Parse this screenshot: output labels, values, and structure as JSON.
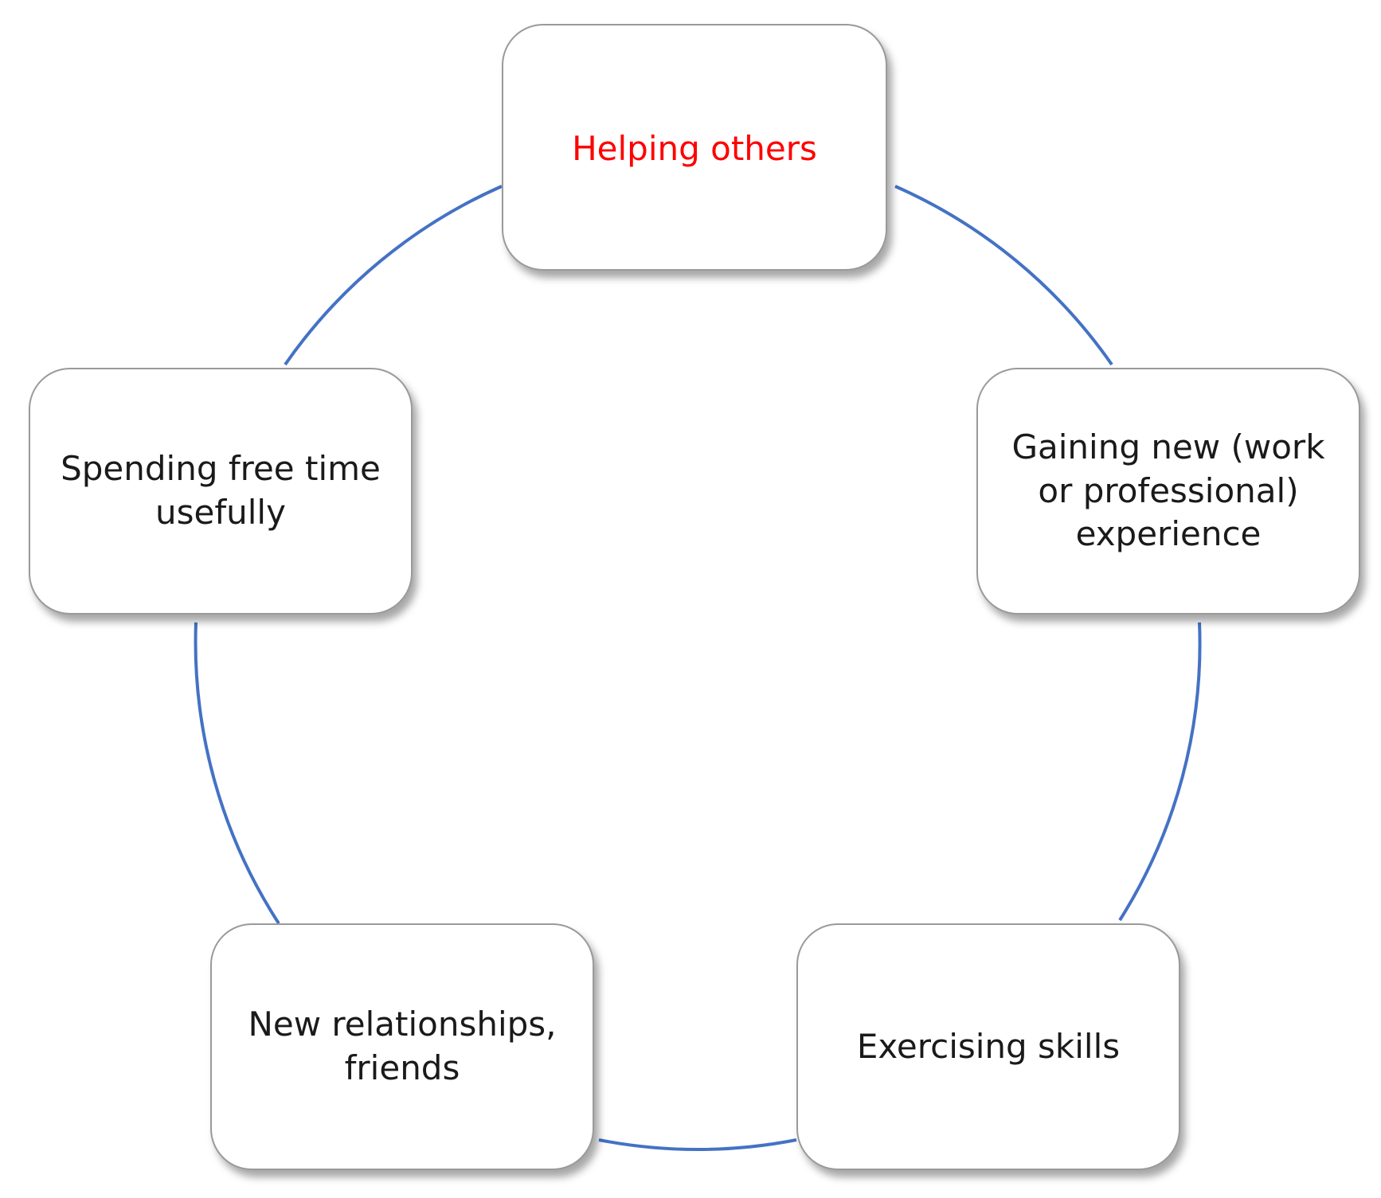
{
  "diagram": {
    "ring_color": "#4472c4",
    "nodes": [
      {
        "id": "top",
        "text": "Helping others",
        "color": "#ff0000"
      },
      {
        "id": "right",
        "text": "Gaining new (work or professional) experience",
        "color": "#1a1a1a"
      },
      {
        "id": "br",
        "text": "Exercising skills",
        "color": "#1a1a1a"
      },
      {
        "id": "bl",
        "text": "New relationships, friends",
        "color": "#1a1a1a"
      },
      {
        "id": "left",
        "text": "Spending free time usefully",
        "color": "#1a1a1a"
      }
    ]
  }
}
